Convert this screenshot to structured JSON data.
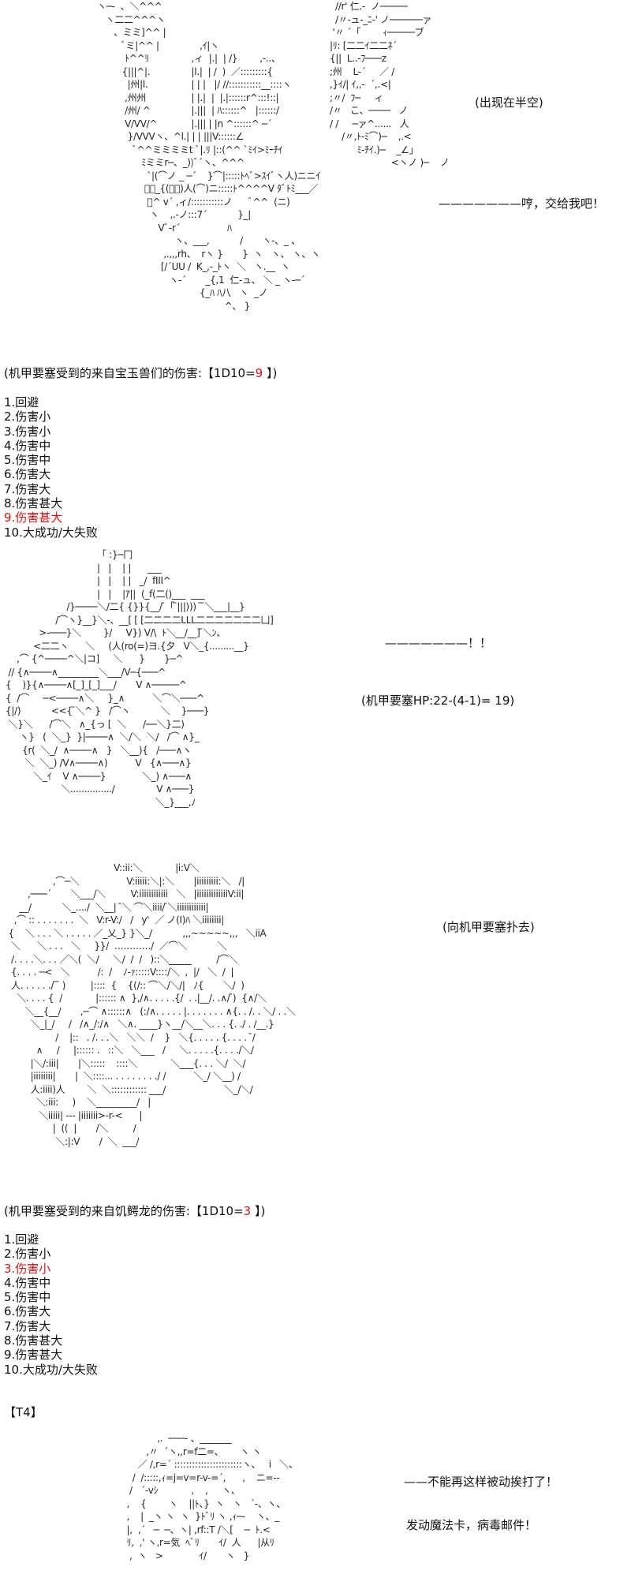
{
  "colors": {
    "text": "#111111",
    "highlight": "#e01010"
  },
  "scene1": {
    "aa_bird_left": [
      "ヽ─-  、＼^^^",
      "   ヽ二二^^^ヽ",
      "      、ミミ]^^ |",
      "         ﾞミ|^^ |",
      "          ﾄ^^ﾘ",
      "         {|||^|.",
      "           |州|l.",
      "          ,州州",
      "          /州/ ^",
      "          V/VV/^",
      "           }/VVVヽ、^l.| |",
      "             ﾞ^^ミミミミt ﾞ|.ﾘ",
      "                ﾐミミr─、_))ﾞ´ヽ、^^^",
      "                  `|(⌒ノ _ ─´    }⌒|:::::ﾄﾍﾞ>ｽｲﾞヽ人)ニニｲ",
      "                 ﾞ、_{(⌒⌒)人(⌒)ニ:::::ﾄ^^^^V ﾀﾞﾄﾐ___／",
      "                  ﾞ^ v´ ,ィ/:::::::::::ノ      ﾞ^^  (ニ)",
      "                   ヽ    ,.-ノ:::7´           }_|",
      "                      Vﾞ-r´                 ﾊ",
      "                            ヽ、___,           /       ヽ-、_ 、",
      "                        ,.,,,rh、  rヽ }       }  ヽ   ヽ、 ヽ、ヽ",
      "                       [/´UU /  K_,-_ﾄヽ  ＼   ヽ.__  ヽ",
      "                          ヽ-´       _{,1  仁-ュ、 ＼ _ ヽ-─´",
      "                                     {_ﾊ ﾊ八   ヽ  _ノ",
      "                                              ^、 }"
    ],
    "aa_bird_center": [
      "      ,ｲ|ヽ",
      "   ,ィ  |.|  | /}        ,-..、",
      "   |l.|  | /  )  ／:::::::::{",
      "   | | |   |/ //:::::::::::__::::ヽ",
      "   | |.|  |  |.|::::::r^:::!::|",
      "   |.|||  | ﾊ::::::^   |::::::/",
      "   |.||| | |n ^::::::^ ─´",
      " | |||V::::::∠",
      " |::(^^ `ﾐｲ>ﾐｰﾁｲ"
    ],
    "aa_bird_right": [
      "  //r' 仁.-  ノ─────",
      "  /〃-ュ-_ﾆ-' ノ──────ァ",
      " '〃 ´「        ｨ─────ブ",
      "|ﾘ: [二二ｲ二二ﾈ´",
      "{||  L..-ﾌ───z",
      ";州    L-´     ／ /",
      ",}ｲ/| ｲ,,-  ´,.<|",
      ";〃/  ﾌ─     ィ",
      "/〃   こ、────   ノ",
      "/ /     ─ァ^......   人",
      "/〃,ﾄ-ﾐ⌒)─    ,.<",
      "ﾐ-ﾁｲ.)─    _∠」",
      "<ヽノ )─    ノ"
    ],
    "caption": "(出现在半空)",
    "dialogue": "———————哼，交给我吧！"
  },
  "roll1": {
    "prefix": "(机甲要塞受到的来自宝玉兽们的伤害:【1D10=",
    "value": "9",
    "suffix": " 】)",
    "highlight_index": 8,
    "items": [
      "1.回避",
      "2.伤害小",
      "3.伤害小",
      "4.伤害中",
      "5.伤害中",
      "6.伤害大",
      "7.伤害大",
      "8.伤害甚大",
      "9.伤害甚大",
      "10.大成功/大失败"
    ]
  },
  "scene2": {
    "aa_mech": [
      "                                   「 :}─冂",
      "                                   |   |    | |      ___",
      "                                   |   |    | |   _/  fIII^",
      "                                   |   |    |ｱ||  (_f(二()___  ___",
      "                        /}────＼/二{ {}}{__/ ̄「 ̄|||)))  ̄ ̄＼___|__}",
      "                    /⌒ヽ}__}＼-、__[ [ [二二二二LLL二二二二二二二凵]",
      "              >-───}＼        }/     V}) V/\\  ﾄ＼__/__] ̄＼ﾝ、",
      "            <二二ヽ      ＼     (人(ro(=)ヨ.{夕   V＼_{.........__}",
      "      ,⌒ {^────^＼|コ]     ＼      }       }─^",
      "   // {∧────∧_________＼___/V─{───^",
      "  {    )}{∧────∧[_]_[_]___/       V ∧─────^",
      "  {  /⌒     ─<────∧＼     }_∧          ＼⌒＼───^",
      "  {|/)           <<{ ̄＼^ }   /⌒ヽ           ＼    }───}",
      "   ＼}＼      /⌒＼   ∧_{っ [  ＼      /──＼}二)",
      "       ヽ}   (  ＼_}  }|────∧  ＼/＼  ＼/   /⌒ ∧}_",
      "        {r(  ＼_/  ∧────∧   }   ＼__){   /───∧ヽ",
      "         ＼  ＼_) /V∧────∧)          V   {∧───∧}",
      "            ＼_ｲ    V ∧────}             ＼_) ∧───∧",
      "                      ＼.............../               V ∧───}",
      "                                                        ＼_}___,ﾉ"
    ],
    "exclaim": "———————！！",
    "hp_text": "(机甲要塞HP:22-(4-1)= 19)"
  },
  "scene3": {
    "aa_dragon": [
      "                                         V::ii:＼            |i:V＼",
      "                   ,⌒─＼                 V:iiiii:＼|:＼       |iiiiiiiii:＼   /|",
      "          ,───´       ＼___/＼         V:iiiiiiiiiiii   ＼   |iiiiiiiiiiiiiV:ii|",
      "       __/           ＼_..../  ＼__|  ̄＼ ⌒＼iiii/ ̄＼iiiiiiiiiiii|",
      "     ,⌒ :: . . . . . . .  ＼   V:r-V:/   /   y'  ／ ノ(I)ﾊ ＼iiiiiiii|",
      "   {    ＼ . . . ＼ . . . . . ／_乂_} }＼_/           ,,,~~~~~,,,   ＼iiA",
      "    ＼      ＼ . . .   ＼     }}/  ‥‥‥‥‥‥/  ／⌒＼           ＼",
      "    /. . . .＼. . . ／＼(  ＼/     ＼/  /  /   )::＼_____         /⌒＼",
      "    {. . . . ─<   ＼          /:  /    ﾉ-ｧ:::::V::::/＼  ,  |/   ＼  /  |",
      "    人. . . . . ./ ̄ ̄ )         |::::  {    {(/:: ⌒＼/＼/|   ﾉ{       ＼/  )",
      "      ＼. . . . {  /            |:::::: ∧  },/∧. . . . .{/  . .|__/. .∧/ ̄)  {∧/＼",
      "         ＼__{__/       ,─⌒ ∧::::::∧   (:/∧. . . . . |. . . . . . . ∧{. . /. . ＼/ . .＼",
      "           ＼_|_/     /   /∧_/:/∧   ＼∧. ____}ヽ__/＼__＼. . . {. ./ . /__.}",
      "                    /    |::   . /. . .＼   ＼＼  /    }   ＼{. . . . . {. . . .  ̄/",
      "             ∧     /     |:::::: .   ::＼   ＼___   /     ＼. . . . .{. . . ./＼/",
      "           |＼/:iii|       |＼:::::    ::::＼            ＼___{. . . ＼/  ＼/",
      "           |iiiiiiii|       |  ＼::::... . . . . . . . ./ /          ＼_/ ＼__) /",
      "           人:iiii)人        ＼  ＼:::::::::::: ___/                     ＼_/＼/",
      "             ＼:iii:     )    ＼_________/   |",
      "              ＼iiiii| --- |iiiiiii>-r-<      |",
      "                   |  ((  |       /＼         /",
      "                    ＼:|:V       /  ＼  ___/"
    ],
    "caption": "(向机甲要塞扑去)"
  },
  "roll2": {
    "prefix": "(机甲要塞受到的来自饥鳄龙的伤害:【1D10=",
    "value": "3",
    "suffix": " 】)",
    "highlight_index": 2,
    "items": [
      "1.回避",
      "2.伤害小",
      "3.伤害小",
      "4.伤害中",
      "5.伤害中",
      "6.伤害大",
      "7.伤害大",
      "8.伤害甚大",
      "9.伤害甚大",
      "10.大成功/大失败"
    ]
  },
  "turn_label": "【T4】",
  "scene4": {
    "aa_figure": [
      "              ,.  ───‐ 、_______",
      "          ,〃  ´ヽ,,r=f二=、      ヽ ヽ",
      "       ／ /,r=´ :::::::::::::::::::::::ヽ、   i   ＼、",
      "     /  /:::::,ｨ=j=v=r-v-=´,      ,    ニ=--",
      "    /   ´-vｼ            ,    ,     ヽ、",
      "   ,    {        ヽ    ||ﾄ、}  ヽ   ヽ   ´-、ヽ、",
      "   ,    |  _ヽ ヽ  ヽ  }ﾄﾞﾘ ヽ ,ｨ─-    ヽ、_",
      "   |,  ,´   ─  ─、ヽ| ,rf::T /＼[    ─  ﾄ.<",
      "   ﾘ,  ,' ヽ,r=気  ﾍﾞﾘ       ｲ/  人      |从ﾘ",
      "    ,  ヽ   >             ｲ/       ヽ   }"
    ],
    "dialogue1": "——不能再这样被动挨打了！",
    "dialogue2": "发动魔法卡，病毒邮件！"
  }
}
